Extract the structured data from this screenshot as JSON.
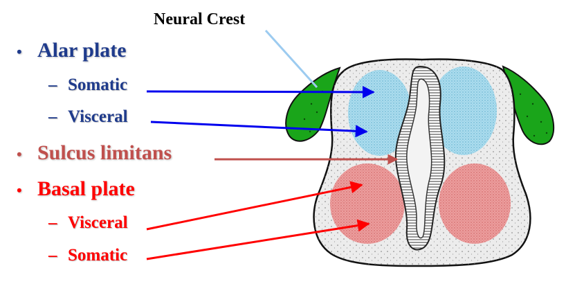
{
  "neural_crest_label": "Neural Crest",
  "bullets": {
    "alar": {
      "marker": "•",
      "label": "Alar plate"
    },
    "alar_somatic": {
      "marker": "–",
      "label": "Somatic"
    },
    "alar_visceral": {
      "marker": "–",
      "label": "Visceral"
    },
    "sulcus": {
      "marker": "•",
      "label": "Sulcus limitans"
    },
    "basal": {
      "marker": "•",
      "label": "Basal plate"
    },
    "basal_visceral": {
      "marker": "–",
      "label": "Visceral"
    },
    "basal_somatic": {
      "marker": "–",
      "label": "Somatic"
    }
  },
  "colors": {
    "alar": "#1f3b8c",
    "sulcus": "#c0504d",
    "basal": "#ff0000",
    "neural_crest_arrow": "#9ccbf0",
    "alar_arrows": "#0000ee",
    "sulcus_arrow": "#c0504d",
    "basal_arrows": "#ff0000",
    "neural_crest_fill": "#1aa51a",
    "alar_region": "#a9dcee",
    "basal_region": "#ec9a9a",
    "tissue": "#ececec"
  }
}
